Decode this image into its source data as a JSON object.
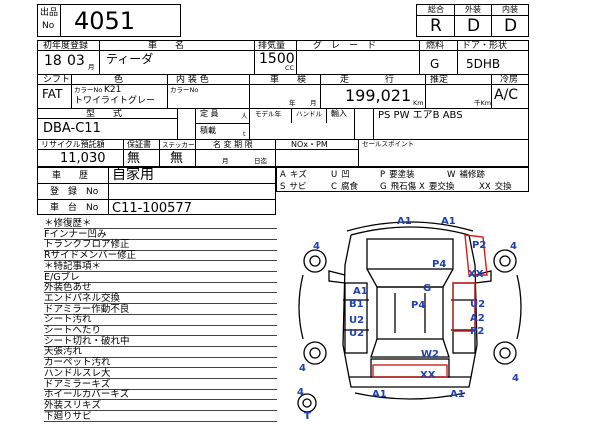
{
  "header": {
    "shuppin_label_1": "出品",
    "shuppin_label_2": "No",
    "lot_number": "4051",
    "grade_header_overall": "総合",
    "grade_header_exterior": "外装",
    "grade_header_interior": "内装",
    "grade_overall": "R",
    "grade_exterior": "D",
    "grade_interior": "D"
  },
  "row1": {
    "first_reg_label": "初年度登録",
    "car_name_label": "車　　名",
    "displacement_label": "排気量",
    "grade_label": "グ　レ　ー　ド",
    "fuel_label": "燃料",
    "door_shape_label": "ドア・形状",
    "year": "18",
    "month": "03",
    "month_unit": "月",
    "car_name": "ティーダ",
    "displacement": "1500",
    "displacement_unit": "CC",
    "fuel": "G",
    "door_shape": "5DHB"
  },
  "row2": {
    "shift_label": "シフト",
    "color_label": "色",
    "interior_color_label": "内 装 色",
    "inspection_label": "車　　検",
    "mileage_label": "走　　　　行",
    "estimate_label": "推定",
    "ac_label": "冷房",
    "shift": "FAT",
    "color_no_label": "カラーNo",
    "color_no": "K21",
    "color_name": "トワイライトグレー",
    "interior_color_no_label": "カラーNo",
    "year_unit": "年",
    "month_unit": "月",
    "mileage": "199,021",
    "mileage_unit": "Km",
    "thousand_km": "千Km",
    "ac": "A/C"
  },
  "row3": {
    "model_label": "型　　式",
    "capacity_label": "定 員",
    "capacity_unit": "人",
    "model_year_label": "モデル年",
    "handle_label": "ハンドル",
    "import_label": "輸入",
    "load_label": "積載",
    "load_unit": "t",
    "model": "DBA-C11",
    "equipment": "PS PW エアB ABS"
  },
  "row4": {
    "recycle_label": "リサイクル預託額",
    "warranty_label": "保証書",
    "sticker_label": "ステッカー",
    "name_change_label": "名 変 期 限",
    "nox_label": "NOx・PM",
    "sales_point_label": "セールスポイント",
    "recycle_fee": "11,030",
    "warranty": "無",
    "sticker": "無",
    "month_unit": "月",
    "day_unit": "日迄"
  },
  "history": {
    "history_label": "車　　歴",
    "history_value": "自家用",
    "reg_no_label": "登　録　No",
    "chassis_no_label": "車　台　No",
    "chassis_no": "C11-100577"
  },
  "legend": [
    [
      "A",
      "キズ"
    ],
    [
      "U",
      "凹"
    ],
    [
      "P",
      "要塗装"
    ],
    [
      "W",
      "補修跡"
    ],
    [
      "S",
      "サビ"
    ],
    [
      "C",
      "腐食"
    ],
    [
      "G",
      "飛石傷"
    ],
    [
      "X",
      "要交換"
    ],
    [
      "XX",
      "交換"
    ]
  ],
  "notes": [
    "＊修復歴＊",
    "Fインナー凹み",
    "トランクフロア修正",
    "Rサイドメンバー修正",
    "＊特記事項＊",
    "E/Gブレ",
    "外装色あせ",
    "エンドパネル交換",
    "ドアミラー作動不良",
    "シート汚れ",
    "シートへたり",
    "シート切れ・破れ中",
    "天張汚れ",
    "カーペット汚れ",
    "ハンドルスレ大",
    "ドアミラーキズ",
    "ホイールカバーキズ",
    "外装スリキズ",
    "下廻りサビ"
  ],
  "damage_marks": {
    "front_a1_left": "A1",
    "front_a1_right": "A1",
    "tire_fl": "4",
    "tire_fr": "4",
    "p2_top": "P2",
    "p4_left": "P4",
    "xx_top": "XX",
    "g_center": "G",
    "a1_side": "A1",
    "b1_side": "B1",
    "u2_left": "U2",
    "u2_left_b": "U2",
    "p4_center": "P4",
    "u2_right": "U2",
    "a2_right": "A2",
    "p2_right": "P2",
    "w2_rear": "W2",
    "xx_rear": "XX",
    "tire_rl": "4",
    "tire_rr": "4",
    "rear_a1_left": "A1",
    "rear_a1_right": "A1",
    "tire_spare": "4",
    "trunk_t": "T"
  }
}
